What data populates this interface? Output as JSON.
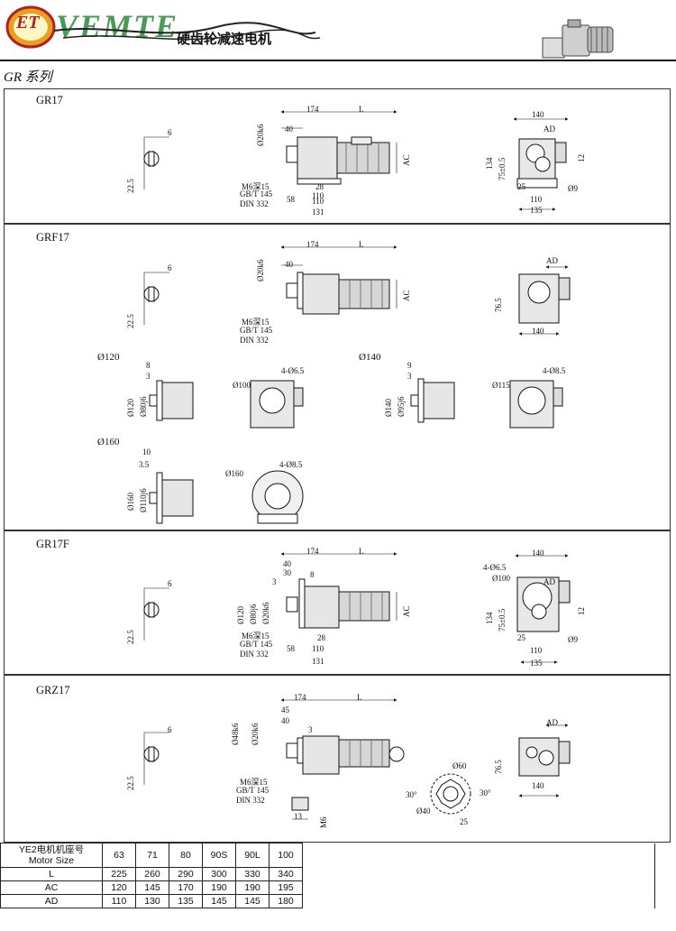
{
  "header": {
    "logo_text": "ET",
    "brand_text": "VEMTE",
    "subtitle": "硬齿轮减速电机",
    "series_title": "GR 系列"
  },
  "sections": {
    "gr17": {
      "label": "GR17",
      "side": {
        "d1": "6",
        "d2": "22.5"
      },
      "front": {
        "top1": "174",
        "top2": "L",
        "d40": "40",
        "shaft": "Ø20k6",
        "ac": "AC",
        "m6": "M6深15",
        "gb": "GB/T 145",
        "din": "DIN 332",
        "b28": "28",
        "b110": "110",
        "b58": "58",
        "b110b": "110",
        "b131": "131"
      },
      "end": {
        "w140": "140",
        "ad": "AD",
        "h134": "134",
        "h75": "75±0.5",
        "h12": "12",
        "b25": "25",
        "b9": "Ø9",
        "b110": "110",
        "b135": "135"
      }
    },
    "grf17": {
      "label": "GRF17",
      "side": {
        "d1": "6",
        "d2": "22.5"
      },
      "front": {
        "top1": "174",
        "top2": "L",
        "d40": "40",
        "shaft": "Ø20k6",
        "ac": "AC",
        "m6": "M6深15",
        "gb": "GB/T 145",
        "din": "DIN 332"
      },
      "end": {
        "ad": "AD",
        "h76": "76.5",
        "w140": "140"
      },
      "f120": {
        "title": "Ø120",
        "d8": "8",
        "d3": "3",
        "o120": "Ø120",
        "o80": "Ø80j6",
        "pcd": "Ø100",
        "holes": "4-Ø6.5"
      },
      "f140": {
        "title": "Ø140",
        "d9": "9",
        "d3": "3",
        "o140": "Ø140",
        "o95": "Ø95j6",
        "pcd": "Ø115",
        "holes": "4-Ø8.5"
      },
      "f160": {
        "title": "Ø160",
        "d10": "10",
        "d35": "3.5",
        "o160": "Ø160",
        "o110": "Ø110j6",
        "pcd": "Ø160",
        "holes": "4-Ø8.5"
      }
    },
    "gr17f": {
      "label": "GR17F",
      "side": {
        "d1": "6",
        "d2": "22.5"
      },
      "front": {
        "top1": "174",
        "top2": "L",
        "d40": "40",
        "d30": "30",
        "d8": "8",
        "d3": "3",
        "o120": "Ø120",
        "o80": "Ø80j6",
        "o20": "Ø20k6",
        "ac": "AC",
        "m6": "M6深15",
        "gb": "GB/T 145",
        "din": "DIN 332",
        "b28": "28",
        "b58": "58",
        "b110": "110",
        "b131": "131"
      },
      "end": {
        "w140": "140",
        "holes": "4-Ø6.5",
        "pcd": "Ø100",
        "ad": "AD",
        "h134": "134",
        "h75": "75±0.5",
        "h12": "12",
        "b25": "25",
        "b9": "Ø9",
        "b110": "110",
        "b135": "135"
      }
    },
    "grz17": {
      "label": "GRZ17",
      "side": {
        "d1": "6",
        "d2": "22.5"
      },
      "front": {
        "top1": "174",
        "top2": "L",
        "d45": "45",
        "d40": "40",
        "d3": "3",
        "o48": "Ø48k6",
        "o20": "Ø20k6",
        "m6": "M6深15",
        "gb": "GB/T 145",
        "din": "DIN 332",
        "b13": "13",
        "bm6": "M6"
      },
      "torque": {
        "o60": "Ø60",
        "a30a": "30°",
        "a30b": "30°",
        "o40": "Ø40",
        "b25": "25"
      },
      "end": {
        "ad": "AD",
        "h76": "76.5",
        "w140": "140"
      }
    }
  },
  "table": {
    "header_cn": "YE2电机机座号",
    "header_en": "Motor Size",
    "sizes": [
      "63",
      "71",
      "80",
      "90S",
      "90L",
      "100"
    ],
    "rows": [
      {
        "label": "L",
        "values": [
          "225",
          "260",
          "290",
          "300",
          "330",
          "340"
        ]
      },
      {
        "label": "AC",
        "values": [
          "120",
          "145",
          "170",
          "190",
          "190",
          "195"
        ]
      },
      {
        "label": "AD",
        "values": [
          "110",
          "130",
          "135",
          "145",
          "145",
          "180"
        ]
      }
    ]
  }
}
